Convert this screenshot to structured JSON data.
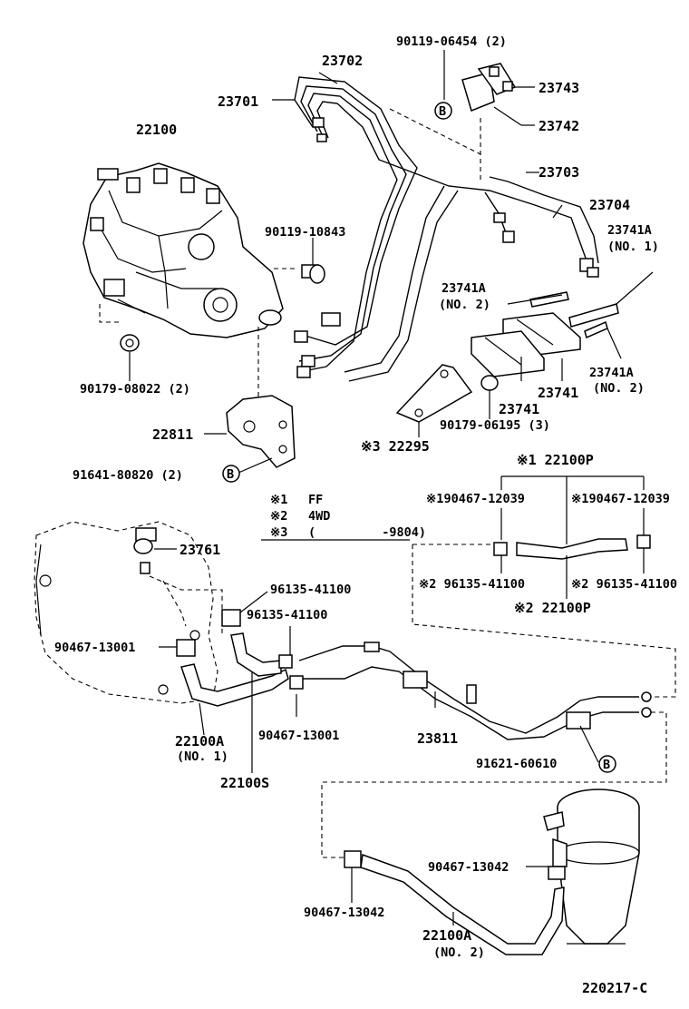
{
  "callouts": {
    "c23702": "23702",
    "c23701": "23701",
    "c90119_06454": "90119-06454 (2)",
    "c23743": "23743",
    "c23742": "23742",
    "c22100": "22100",
    "c23703": "23703",
    "c23704": "23704",
    "c90119_10843": "90119-10843",
    "c23741A_no1": "23741A",
    "c23741A_no1_sub": "(NO. 1)",
    "c23741A_no2": "23741A",
    "c23741A_no2_sub": "(NO. 2)",
    "c23741A_no2b": "23741A",
    "c23741A_no2b_sub": "(NO. 2)",
    "c23741_a": "23741",
    "c23741_b": "23741",
    "c90179_08022": "90179-08022 (2)",
    "c90179_06195": "90179-06195 (3)",
    "c22811": "22811",
    "c22295": "※3 22295",
    "c91641_80820": "91641-80820 (2)",
    "c22100P_1": "※1 22100P",
    "c90467_12039_left": "※190467-12039",
    "c90467_12039_right": "※190467-12039",
    "c96135_41100_left": "※2 96135-41100",
    "c96135_41100_right": "※2 96135-41100",
    "c22100P_2": "※2 22100P",
    "c23761": "23761",
    "c96135_41100_a": "96135-41100",
    "c96135_41100_b": "96135-41100",
    "c90467_13001_a": "90467-13001",
    "c90467_13001_b": "90467-13001",
    "c22100A_no1": "22100A",
    "c22100A_no1_sub": "(NO. 1)",
    "c22100S": "22100S",
    "c23811": "23811",
    "c91621_60610": "91621-60610",
    "c90467_13042_a": "90467-13042",
    "c90467_13042_b": "90467-13042",
    "c22100A_no2": "22100A",
    "c22100A_no2_sub": "(NO. 2)"
  },
  "ref_marker": "B",
  "legend": [
    {
      "mark": "※1",
      "text": "FF"
    },
    {
      "mark": "※2",
      "text": "4WD"
    },
    {
      "mark": "※3",
      "text": "(         -9804)"
    }
  ],
  "diagram_id": "220217-C"
}
